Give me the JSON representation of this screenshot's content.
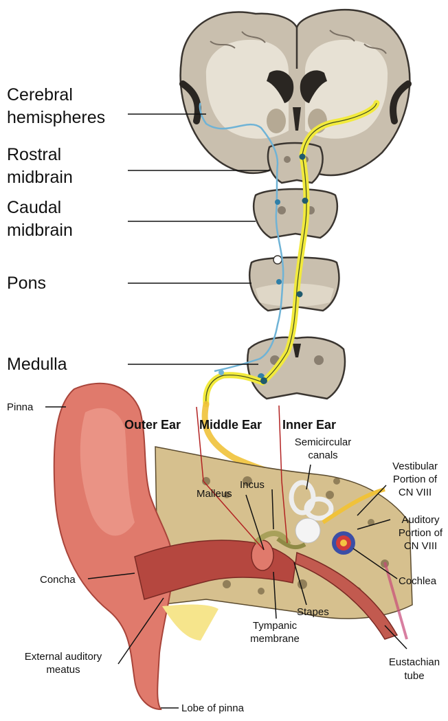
{
  "brain_labels": {
    "cerebral": [
      "Cerebral",
      "hemispheres"
    ],
    "rostral": [
      "Rostral",
      "midbrain"
    ],
    "caudal": [
      "Caudal",
      "midbrain"
    ],
    "pons": "Pons",
    "medulla": "Medulla"
  },
  "sections": {
    "outer": "Outer Ear",
    "middle": "Middle Ear",
    "inner": "Inner Ear"
  },
  "ear_labels": {
    "pinna": "Pinna",
    "semicircular": [
      "Semicircular",
      "canals"
    ],
    "vestibular": [
      "Vestibular",
      "Portion of",
      "CN VIII"
    ],
    "incus": "Incus",
    "malleus": "Malleus",
    "auditory": [
      "Auditory",
      "Portion of",
      "CN VIII"
    ],
    "concha": "Concha",
    "cochlea": "Cochlea",
    "stapes": "Stapes",
    "tympanic": [
      "Tympanic",
      "membrane"
    ],
    "eam": [
      "External auditory",
      "meatus"
    ],
    "eustachian": [
      "Eustachian",
      "tube"
    ],
    "lobe": "Lobe of pinna"
  },
  "colors": {
    "tissue": "#c9bfae",
    "tissue_edge": "#3a3530",
    "white_matter": "#ece6da",
    "auditory_path": "#f2ea3c",
    "vestibular_path": "#6fb3d6",
    "ear_skin": "#e07a6c",
    "ear_canal": "#b5473f",
    "bone": "#d6c08e",
    "nerve": "#f0c23a"
  }
}
